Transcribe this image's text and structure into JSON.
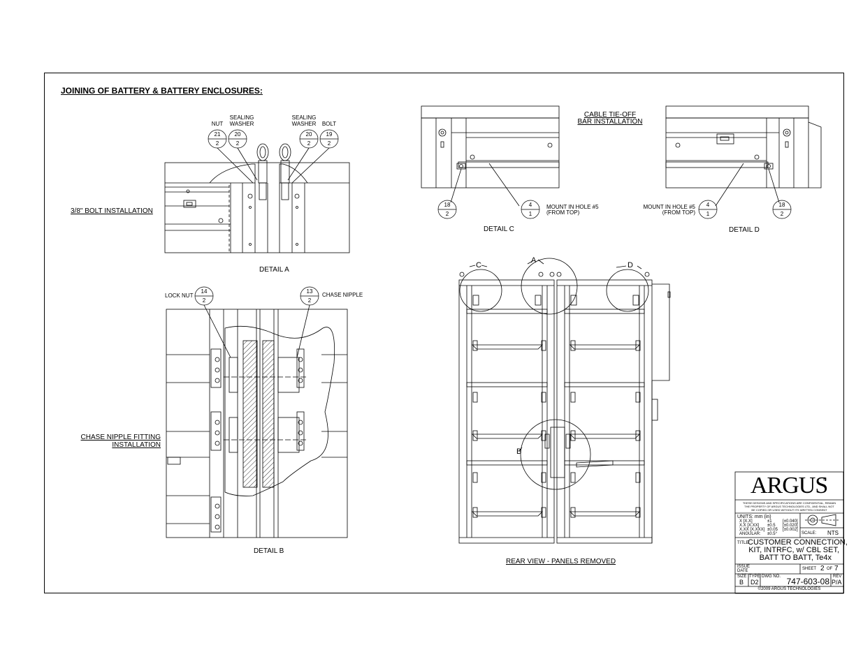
{
  "heading": "JOINING OF BATTERY & BATTERY ENCLOSURES:",
  "detail_a": {
    "caption": "DETAIL A",
    "side_label": "3/8\" BOLT INSTALLATION",
    "callouts": [
      {
        "label": "NUT",
        "item": "21",
        "qty": "2"
      },
      {
        "label": "SEALING WASHER",
        "item": "20",
        "qty": "2"
      },
      {
        "label": "SEALING WASHER",
        "item": "20",
        "qty": "2"
      },
      {
        "label": "BOLT",
        "item": "19",
        "qty": "2"
      }
    ]
  },
  "detail_b": {
    "caption": "DETAIL B",
    "side_label_1": "CHASE NIPPLE FITTING",
    "side_label_2": "INSTALLATION",
    "callouts": [
      {
        "label": "LOCK NUT",
        "item": "14",
        "qty": "2"
      },
      {
        "label": "CHASE NIPPLE",
        "item": "13",
        "qty": "2"
      }
    ]
  },
  "detail_c": {
    "caption": "DETAIL C",
    "callouts": [
      {
        "item": "18",
        "qty": "2"
      },
      {
        "item": "4",
        "qty": "1"
      }
    ],
    "note_1": "MOUNT IN HOLE #5",
    "note_2": "(FROM TOP)"
  },
  "detail_d": {
    "caption": "DETAIL D",
    "callouts": [
      {
        "item": "4",
        "qty": "1"
      },
      {
        "item": "18",
        "qty": "2"
      }
    ],
    "note_1": "MOUNT IN HOLE #5",
    "note_2": "(FROM TOP)"
  },
  "cable_label_1": "CABLE TIE-OFF",
  "cable_label_2": "BAR INSTALLATION",
  "rear_view": {
    "caption": "REAR VIEW - PANELS REMOVED",
    "markers": [
      "C",
      "A",
      "D",
      "B"
    ]
  },
  "title_block": {
    "logo": "ARGUS",
    "logo_mark": "®",
    "confidential_1": "THESE DESIGNS AND SPECIFICATIONS ARE CONFIDENTIAL, REMAIN",
    "confidential_2": "THE PROPERTY OF ARGUS TECHNOLOGIES LTD., AND SHALL NOT",
    "confidential_3": "BE COPIED OR USED WITHOUT ITS WRITTEN CONSENT",
    "units": "UNITS: mm (in)",
    "tol_rows": [
      {
        "fmt": "X [X.X]",
        "mm": "±1",
        "in": "[±0.040]"
      },
      {
        "fmt": "X.X [X.XX]",
        "mm": "±0.5",
        "in": "[±0.020]"
      },
      {
        "fmt": "X.XX [X.XXX]",
        "mm": "±0.05",
        "in": "[±0.002]"
      },
      {
        "fmt": "ANGULAR:",
        "mm": "±0.5°",
        "in": ""
      }
    ],
    "scale_label": "SCALE:",
    "scale_value": "NTS",
    "title_label": "TITLE:",
    "title_1": "CUSTOMER CONNECTION,",
    "title_2": "KIT, INTRFC, w/ CBL SET,",
    "title_3": "BATT TO BATT, Te4x",
    "issue_label": "ISSUE",
    "date_label": "DATE",
    "sheet_label": "SHEET",
    "sheet_no": "2",
    "of_label": "OF",
    "sheet_total": "7",
    "size_label": "SIZE",
    "size_value": "B",
    "type_label": "TYPE",
    "type_value": "D2",
    "dwg_label": "DWG NO.",
    "dwg_no": "747-603-08",
    "rev_label": "REV",
    "rev_value": "P/A",
    "copyright": "©2009 ARGUS TECHNOLOGIES"
  }
}
